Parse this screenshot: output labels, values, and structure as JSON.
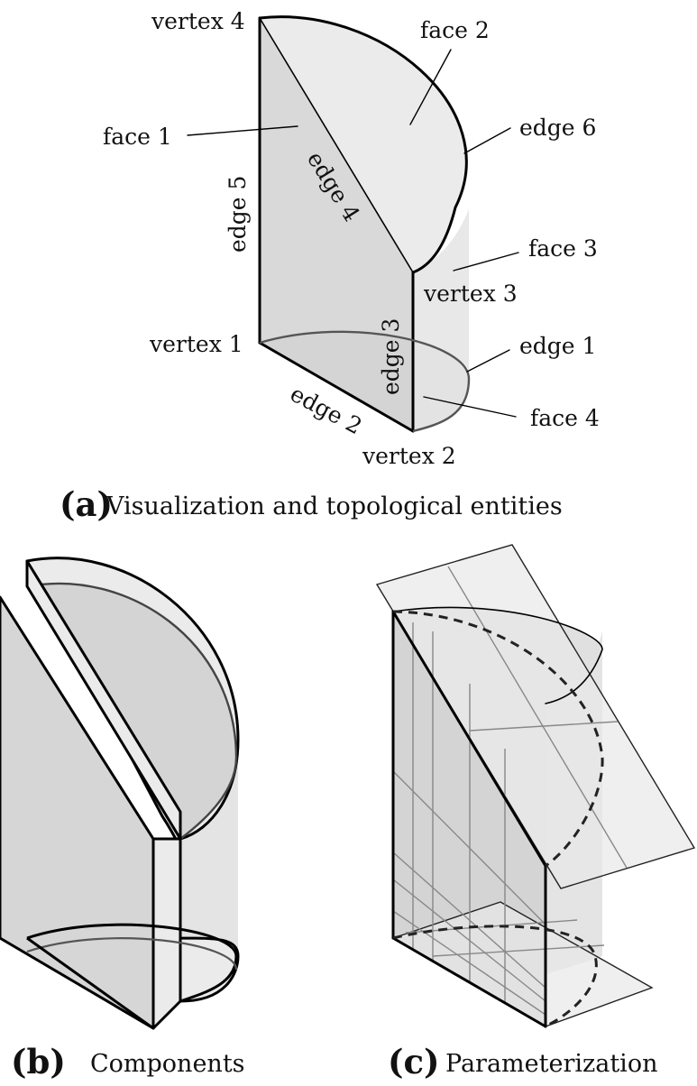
{
  "panel_a": {
    "labels": {
      "vertex_4": "vertex 4",
      "face_2": "face 2",
      "face_1": "face 1",
      "edge_6": "edge 6",
      "edge_5": "edge 5",
      "edge_4": "edge 4",
      "face_3": "face 3",
      "vertex_3": "vertex 3",
      "vertex_1": "vertex 1",
      "edge_3": "edge 3",
      "edge_1": "edge 1",
      "edge_2": "edge 2",
      "face_4": "face 4",
      "vertex_2": "vertex 2"
    },
    "caption_tag": "(a)",
    "caption_text": "Visualization and topological entities"
  },
  "panel_b": {
    "caption_tag": "(b)",
    "caption_text": "Components"
  },
  "panel_c": {
    "caption_tag": "(c)",
    "caption_text": "Parameterization"
  },
  "colors": {
    "face_fill": "#d9d9d9",
    "cap_fill": "#ebebeb",
    "plane_fill": "#e3e3e3",
    "ink": "#000000",
    "grid_line": "#888888"
  }
}
